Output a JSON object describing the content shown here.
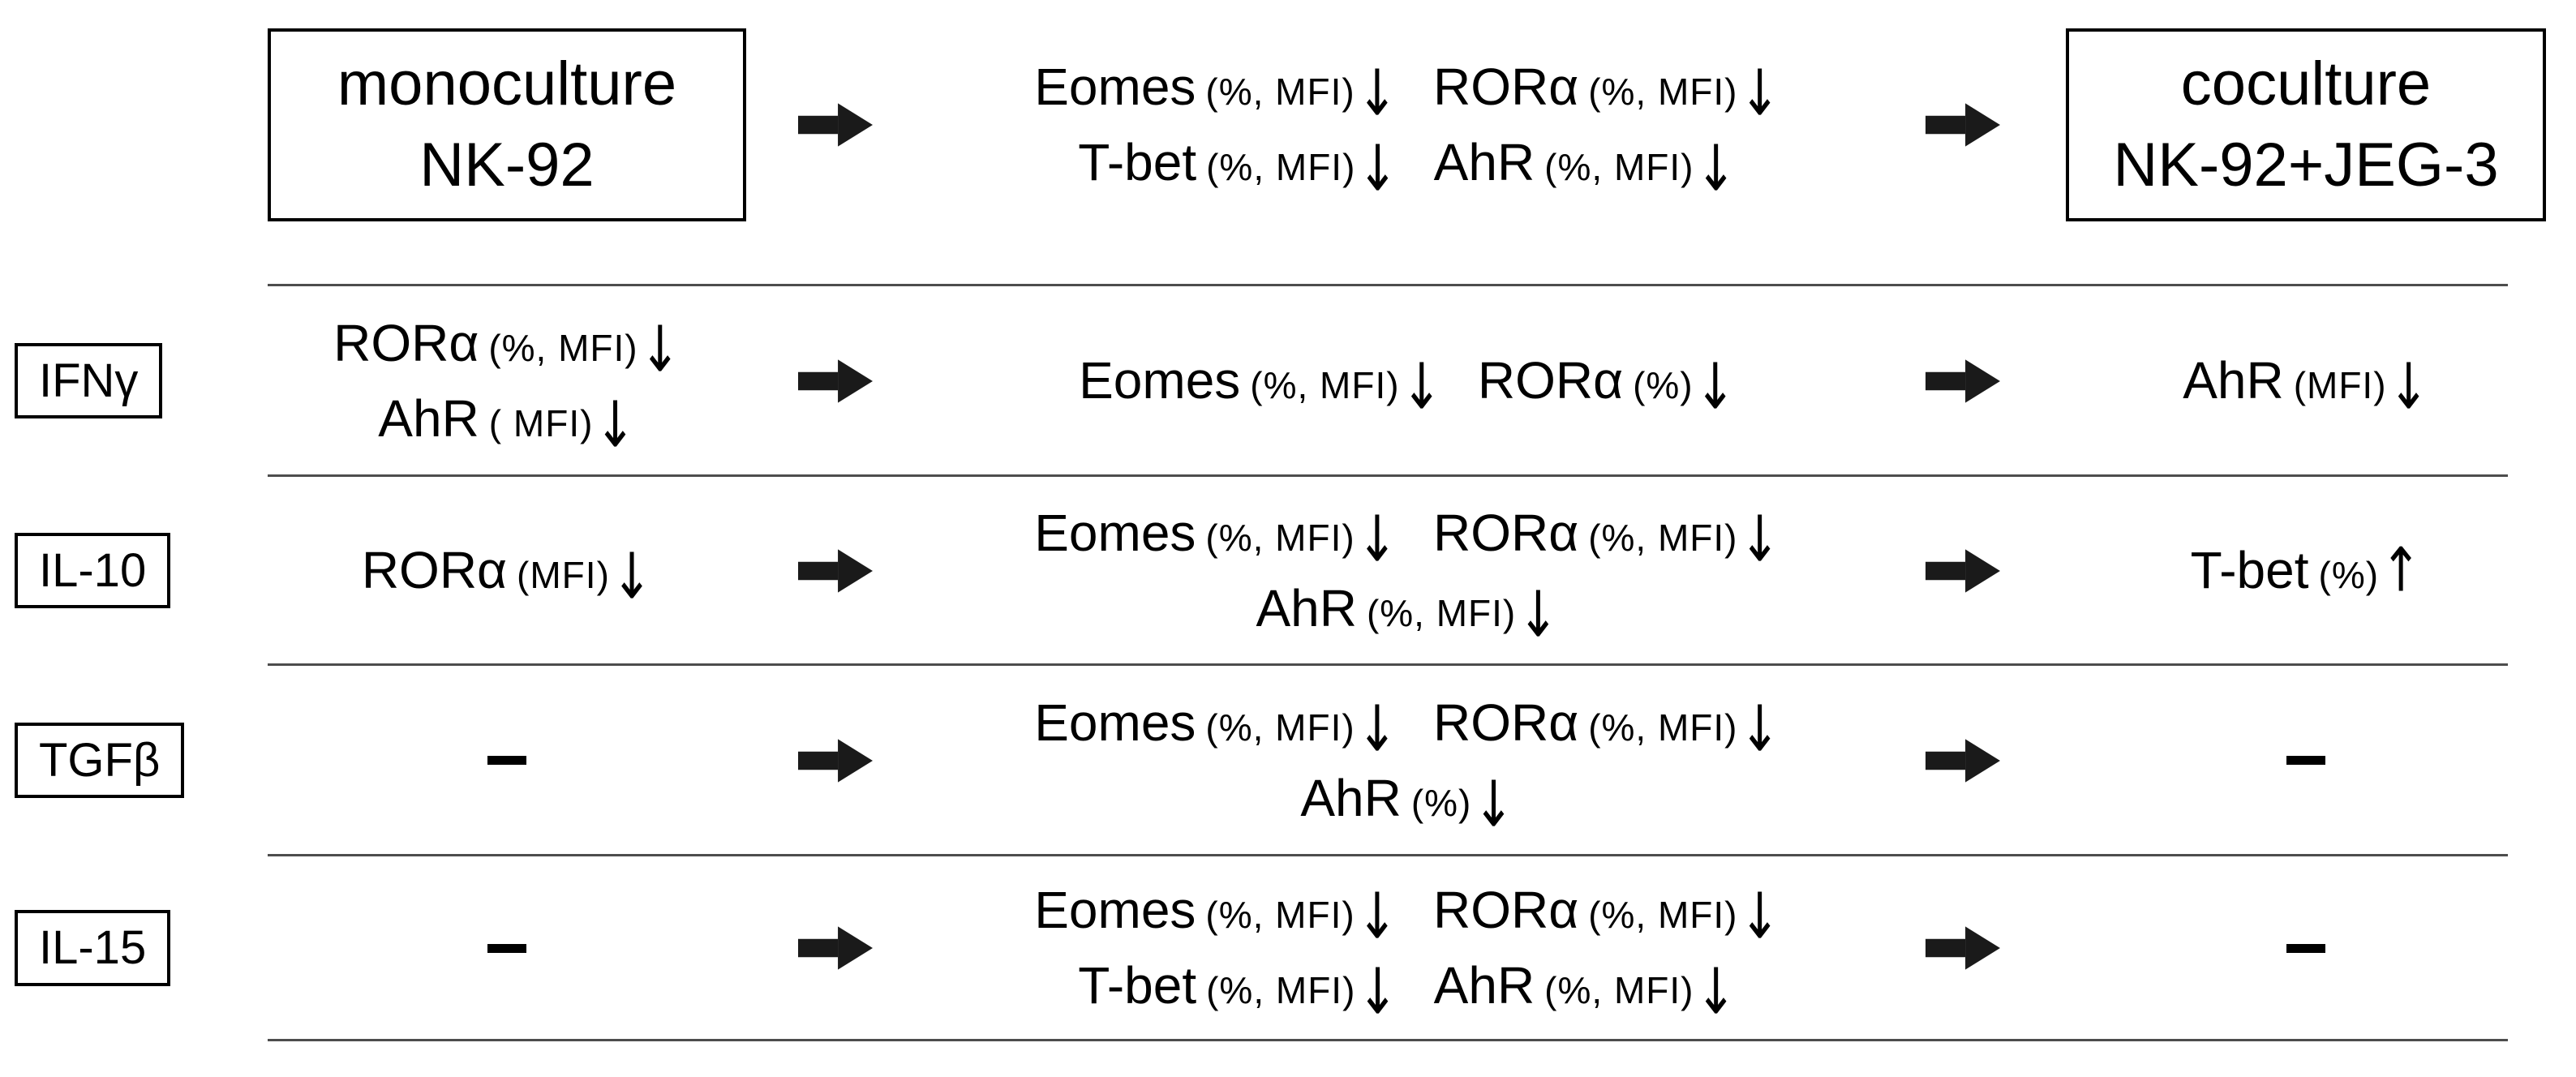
{
  "style": {
    "background": "#ffffff",
    "text_color": "#000000",
    "line_color": "#4d4d4d",
    "arrow_color": "#1a1a1a",
    "box_border_color": "#000000"
  },
  "header": {
    "left_box": {
      "line1": "monoculture",
      "line2": "NK-92"
    },
    "right_box": {
      "line1": "coculture",
      "line2": "NK-92+JEG-3"
    },
    "middle_lines": [
      [
        {
          "text": "Eomes",
          "style": "gene"
        },
        {
          "text": "(%, MFI)",
          "style": "note"
        },
        {
          "text": "↓",
          "style": "down"
        },
        {
          "style": "gap"
        },
        {
          "text": "RORα",
          "style": "gene"
        },
        {
          "text": "(%, MFI)",
          "style": "note"
        },
        {
          "text": "↓",
          "style": "down"
        }
      ],
      [
        {
          "text": "T-bet",
          "style": "gene"
        },
        {
          "text": "(%, MFI)",
          "style": "note"
        },
        {
          "text": "↓",
          "style": "down"
        },
        {
          "style": "gap"
        },
        {
          "text": "AhR",
          "style": "gene"
        },
        {
          "text": "(%, MFI)",
          "style": "note"
        },
        {
          "text": "↓",
          "style": "down"
        }
      ]
    ]
  },
  "rows": [
    {
      "label": "IFNγ",
      "monoculture_cell": [
        [
          {
            "text": "RORα",
            "style": "gene"
          },
          {
            "text": "(%, MFI)",
            "style": "note"
          },
          {
            "text": "↓",
            "style": "down"
          }
        ],
        [
          {
            "text": "AhR",
            "style": "gene"
          },
          {
            "text": "( MFI)",
            "style": "note"
          },
          {
            "text": "↓",
            "style": "down"
          }
        ]
      ],
      "middle_cell": [
        [
          {
            "text": "Eomes",
            "style": "gene"
          },
          {
            "text": "(%, MFI)",
            "style": "note"
          },
          {
            "text": "↓",
            "style": "down"
          },
          {
            "style": "gap"
          },
          {
            "text": "RORα",
            "style": "gene"
          },
          {
            "text": "(%)",
            "style": "note"
          },
          {
            "text": "↓",
            "style": "down"
          }
        ]
      ],
      "coculture_cell": [
        [
          {
            "text": "AhR",
            "style": "gene"
          },
          {
            "text": "(MFI)",
            "style": "note"
          },
          {
            "text": "↓",
            "style": "down"
          }
        ]
      ]
    },
    {
      "label": "IL-10",
      "monoculture_cell": [
        [
          {
            "text": "RORα",
            "style": "gene"
          },
          {
            "text": "(MFI)",
            "style": "note"
          },
          {
            "text": "↓",
            "style": "down"
          }
        ]
      ],
      "middle_cell": [
        [
          {
            "text": "Eomes",
            "style": "gene"
          },
          {
            "text": "(%, MFI)",
            "style": "note"
          },
          {
            "text": "↓",
            "style": "down"
          },
          {
            "style": "gap"
          },
          {
            "text": "RORα",
            "style": "gene"
          },
          {
            "text": "(%, MFI)",
            "style": "note"
          },
          {
            "text": "↓",
            "style": "down"
          }
        ],
        [
          {
            "text": "AhR",
            "style": "gene"
          },
          {
            "text": "(%, MFI)",
            "style": "note"
          },
          {
            "text": "↓",
            "style": "down"
          }
        ]
      ],
      "coculture_cell": [
        [
          {
            "text": "T-bet",
            "style": "gene"
          },
          {
            "text": "(%)",
            "style": "note"
          },
          {
            "text": "↑",
            "style": "up"
          }
        ]
      ]
    },
    {
      "label": "TGFβ",
      "monoculture_cell": [
        [
          {
            "style": "dash"
          }
        ]
      ],
      "middle_cell": [
        [
          {
            "text": "Eomes",
            "style": "gene"
          },
          {
            "text": "(%, MFI)",
            "style": "note"
          },
          {
            "text": "↓",
            "style": "down"
          },
          {
            "style": "gap"
          },
          {
            "text": "RORα",
            "style": "gene"
          },
          {
            "text": "(%, MFI)",
            "style": "note"
          },
          {
            "text": "↓",
            "style": "down"
          }
        ],
        [
          {
            "text": "AhR",
            "style": "gene"
          },
          {
            "text": "(%)",
            "style": "note"
          },
          {
            "text": "↓",
            "style": "down"
          }
        ]
      ],
      "coculture_cell": [
        [
          {
            "style": "dash"
          }
        ]
      ]
    },
    {
      "label": "IL-15",
      "monoculture_cell": [
        [
          {
            "style": "dash"
          }
        ]
      ],
      "middle_cell": [
        [
          {
            "text": "Eomes",
            "style": "gene"
          },
          {
            "text": "(%, MFI)",
            "style": "note"
          },
          {
            "text": "↓",
            "style": "down"
          },
          {
            "style": "gap"
          },
          {
            "text": "RORα",
            "style": "gene"
          },
          {
            "text": "(%, MFI)",
            "style": "note"
          },
          {
            "text": "↓",
            "style": "down"
          }
        ],
        [
          {
            "text": "T-bet",
            "style": "gene"
          },
          {
            "text": "(%, MFI)",
            "style": "note"
          },
          {
            "text": "↓",
            "style": "down"
          },
          {
            "style": "gap"
          },
          {
            "text": "AhR",
            "style": "gene"
          },
          {
            "text": "(%, MFI)",
            "style": "note"
          },
          {
            "text": "↓",
            "style": "down"
          }
        ]
      ],
      "coculture_cell": [
        [
          {
            "style": "dash"
          }
        ]
      ]
    }
  ]
}
